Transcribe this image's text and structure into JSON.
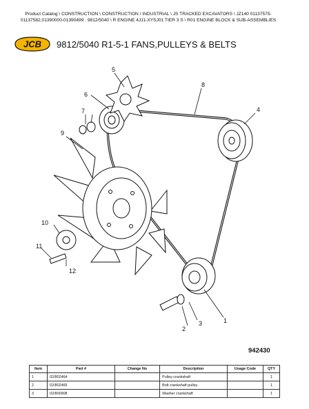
{
  "breadcrumb": {
    "line1": "Product Catalog  \\  CONSTRUCTION  \\  CONSTRUCTION / INDUSTRIAL  \\  JS TRACKED EXCAVATORS  \\  JZ140 01137575-",
    "line2": "01137582,01390000-01390499 . 9812/5040  \\  R ENGINE 4JJ1-XYSJ01 TIER 3 S  \\  R01 ENGINE BLOCK & SUB-ASSEMBLIES"
  },
  "logo": {
    "text": "JCB",
    "color": "#f4b400"
  },
  "page_title": "9812/5040 R1-5-1 FANS,PULLEYS & BELTS",
  "diagram": {
    "callouts": [
      "1",
      "2",
      "3",
      "4",
      "5",
      "6",
      "7",
      "8",
      "9",
      "10",
      "11",
      "12"
    ],
    "figure_number": "942430"
  },
  "table": {
    "headers": [
      "Item",
      "Part #",
      "Change No",
      "Description",
      "Usage Code",
      "QTY"
    ],
    "rows": [
      [
        "1",
        "02/802464",
        "",
        "Pulley crankshaft",
        "",
        "1"
      ],
      [
        "2",
        "02/802465",
        "",
        "Bolt crankshaft pulley",
        "",
        "1"
      ],
      [
        "3",
        "02/800908",
        "",
        "Washer crankshaft",
        "",
        "1"
      ]
    ]
  }
}
